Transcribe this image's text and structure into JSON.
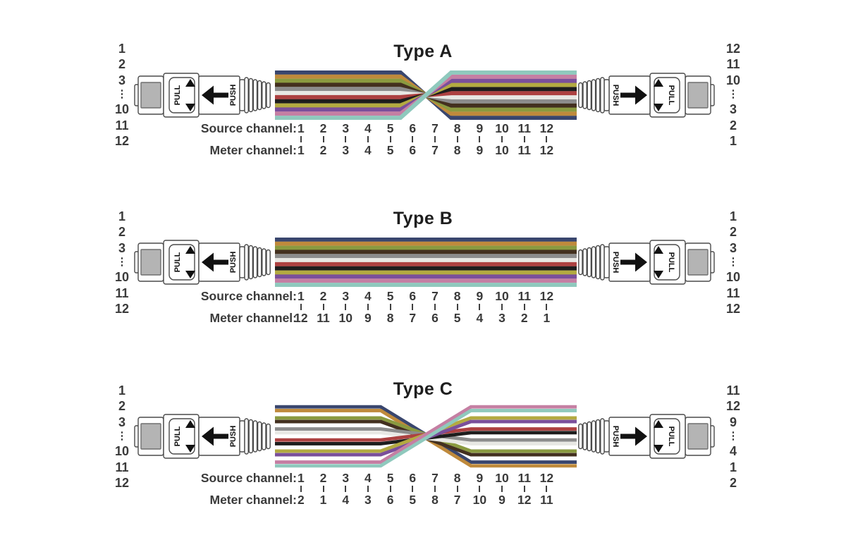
{
  "figure": {
    "background": "#ffffff",
    "text_color": "#2d2d2d"
  },
  "labels": {
    "source_channel": "Source channel:",
    "meter_channel": "Meter channel:"
  },
  "connector": {
    "pull_label": "PULL",
    "push_label": "PUSH",
    "ferrule_color": "#b4b4b4",
    "outline_color": "#4a4a4a",
    "arrow_color": "#111111"
  },
  "fibers": {
    "names": [
      "blue",
      "orange",
      "green",
      "brown",
      "slate",
      "white",
      "red",
      "black",
      "yellow",
      "violet",
      "rose",
      "aqua"
    ],
    "hex": [
      "#39466e",
      "#bf8a3c",
      "#8a9a40",
      "#43301f",
      "#8c8c8c",
      "#e8e8e4",
      "#ad4141",
      "#1d1d1d",
      "#b3aa41",
      "#7a4f9b",
      "#c57fa3",
      "#8fc9bd"
    ]
  },
  "diagrams": [
    {
      "id": "type-a",
      "title": "Type A",
      "crossover": "full-flip",
      "left_port_numbers": [
        "1",
        "2",
        "3",
        "⋮",
        "10",
        "11",
        "12"
      ],
      "right_port_numbers": [
        "12",
        "11",
        "10",
        "⋮",
        "3",
        "2",
        "1"
      ],
      "source_channels": [
        "1",
        "2",
        "3",
        "4",
        "5",
        "6",
        "7",
        "8",
        "9",
        "10",
        "11",
        "12"
      ],
      "meter_channels": [
        "1",
        "2",
        "3",
        "4",
        "5",
        "6",
        "7",
        "8",
        "9",
        "10",
        "11",
        "12"
      ],
      "right_fiber_order_top_to_bottom": [
        12,
        11,
        10,
        9,
        8,
        7,
        6,
        5,
        4,
        3,
        2,
        1
      ]
    },
    {
      "id": "type-b",
      "title": "Type B",
      "crossover": "straight",
      "left_port_numbers": [
        "1",
        "2",
        "3",
        "⋮",
        "10",
        "11",
        "12"
      ],
      "right_port_numbers": [
        "1",
        "2",
        "3",
        "⋮",
        "10",
        "11",
        "12"
      ],
      "source_channels": [
        "1",
        "2",
        "3",
        "4",
        "5",
        "6",
        "7",
        "8",
        "9",
        "10",
        "11",
        "12"
      ],
      "meter_channels": [
        "12",
        "11",
        "10",
        "9",
        "8",
        "7",
        "6",
        "5",
        "4",
        "3",
        "2",
        "1"
      ],
      "right_fiber_order_top_to_bottom": [
        1,
        2,
        3,
        4,
        5,
        6,
        7,
        8,
        9,
        10,
        11,
        12
      ]
    },
    {
      "id": "type-c",
      "title": "Type C",
      "crossover": "pair-flip",
      "left_port_numbers": [
        "1",
        "2",
        "3",
        "⋮",
        "10",
        "11",
        "12"
      ],
      "right_port_numbers": [
        "11",
        "12",
        "9",
        "⋮",
        "4",
        "1",
        "2"
      ],
      "source_channels": [
        "1",
        "2",
        "3",
        "4",
        "5",
        "6",
        "7",
        "8",
        "9",
        "10",
        "11",
        "12"
      ],
      "meter_channels": [
        "2",
        "1",
        "4",
        "3",
        "6",
        "5",
        "8",
        "7",
        "10",
        "9",
        "12",
        "11"
      ],
      "right_fiber_order_top_to_bottom": [
        11,
        12,
        9,
        10,
        7,
        8,
        5,
        6,
        3,
        4,
        1,
        2
      ]
    }
  ]
}
